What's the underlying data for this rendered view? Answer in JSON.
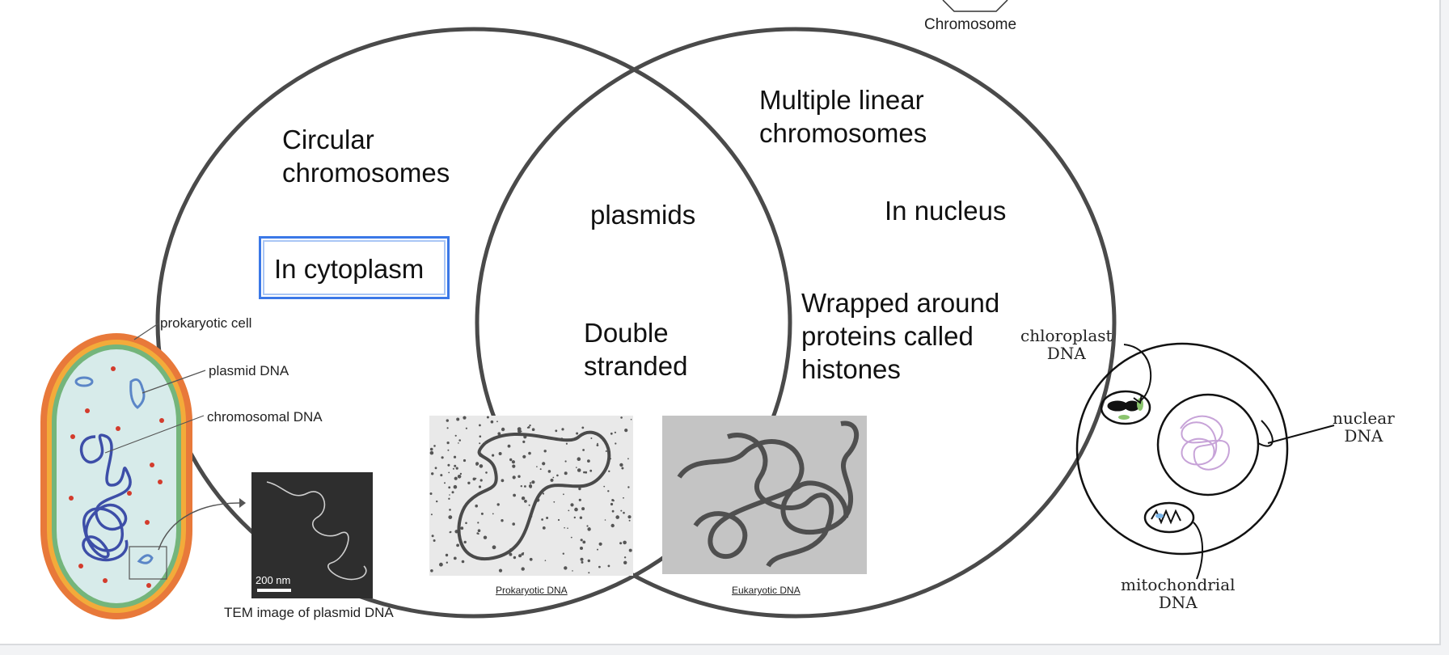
{
  "header": {
    "partial_label": "Chromosome"
  },
  "venn": {
    "left_only": [
      "Circular\nchromosomes",
      "In cytoplasm"
    ],
    "overlap": [
      "plasmids",
      "Double\nstranded"
    ],
    "right_only": [
      "Multiple linear\nchromosomes",
      "In nucleus",
      "Wrapped around\nproteins called\nhistones"
    ]
  },
  "prokaryote_figure": {
    "labels": [
      "prokaryotic cell",
      "plasmid DNA",
      "chromosomal DNA"
    ],
    "tem_caption": "TEM image of plasmid DNA",
    "scale_bar": "200 nm"
  },
  "photos": {
    "prokaryotic_caption": "Prokaryotic DNA",
    "eukaryotic_caption": "Eukaryotic DNA"
  },
  "eukaryote_figure": {
    "chloroplast_label": "chloroplast\nDNA",
    "nuclear_label": "nuclear\nDNA",
    "mito_label": "mitochondrial\nDNA"
  },
  "colors": {
    "circle_stroke": "#4a4a4a",
    "selection_border": "#3b78e7",
    "cell_outer": "#e8793a",
    "cell_cytoplasm": "#d7ebea",
    "dna_blue": "#3d4ea8",
    "nuclear_dna": "#c7a3d8"
  }
}
